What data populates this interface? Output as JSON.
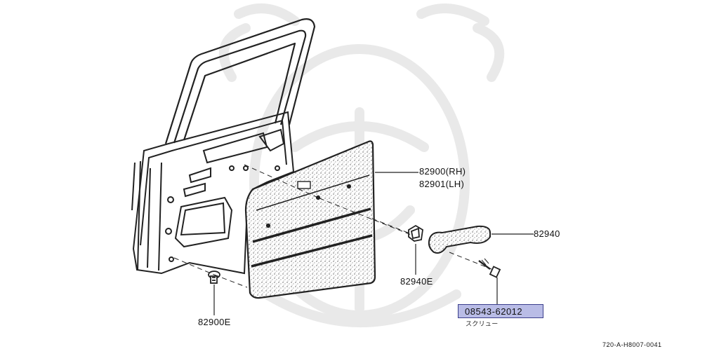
{
  "parts": {
    "door_trim_rh": "82900(RH)",
    "door_trim_lh": "82901(LH)",
    "grip": "82940",
    "grip_nut": "82940E",
    "clip": "82900E",
    "screw_part_number": "08543-62012",
    "screw_jp_label": "スクリュー"
  },
  "diagram_code": "720-A-H8007-0041",
  "colors": {
    "highlight_fill": "#b9bce6",
    "highlight_border": "#3b3f8c",
    "line": "#222222",
    "watermark": "#e8e8e8"
  }
}
